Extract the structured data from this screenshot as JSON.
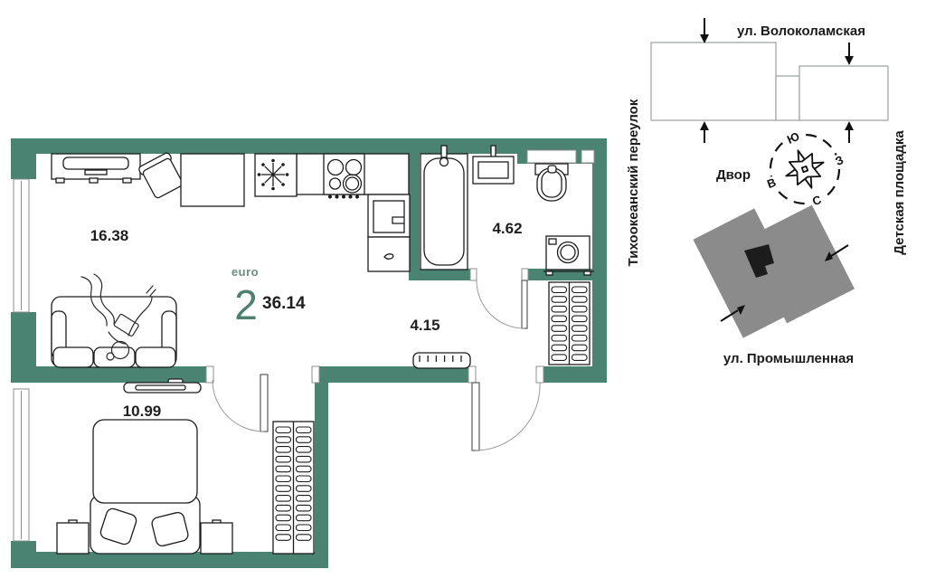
{
  "plan": {
    "euro_label": "euro",
    "rooms_count": "2",
    "total_area": "36.14",
    "rooms": [
      {
        "id": "living-kitchen",
        "area": "16.38"
      },
      {
        "id": "bathroom",
        "area": "4.62"
      },
      {
        "id": "hallway",
        "area": "4.15"
      },
      {
        "id": "bedroom",
        "area": "10.99"
      }
    ]
  },
  "site": {
    "street_top": "ул. Волоколамская",
    "street_left": "Тихоокеанский переулок",
    "street_right": "Детская площадка",
    "street_bottom": "ул. Промышленная",
    "yard": "Двор",
    "compass": {
      "top": "Ю",
      "right": "З",
      "left": "В",
      "bottom": "С"
    }
  },
  "colors": {
    "wall": "#4a8372",
    "accent_number": "#4f806f",
    "euro_text": "#6a8d80",
    "site_building": "#8b8b8b",
    "text": "#1f1f1f",
    "outline": "#1c1c1c"
  }
}
